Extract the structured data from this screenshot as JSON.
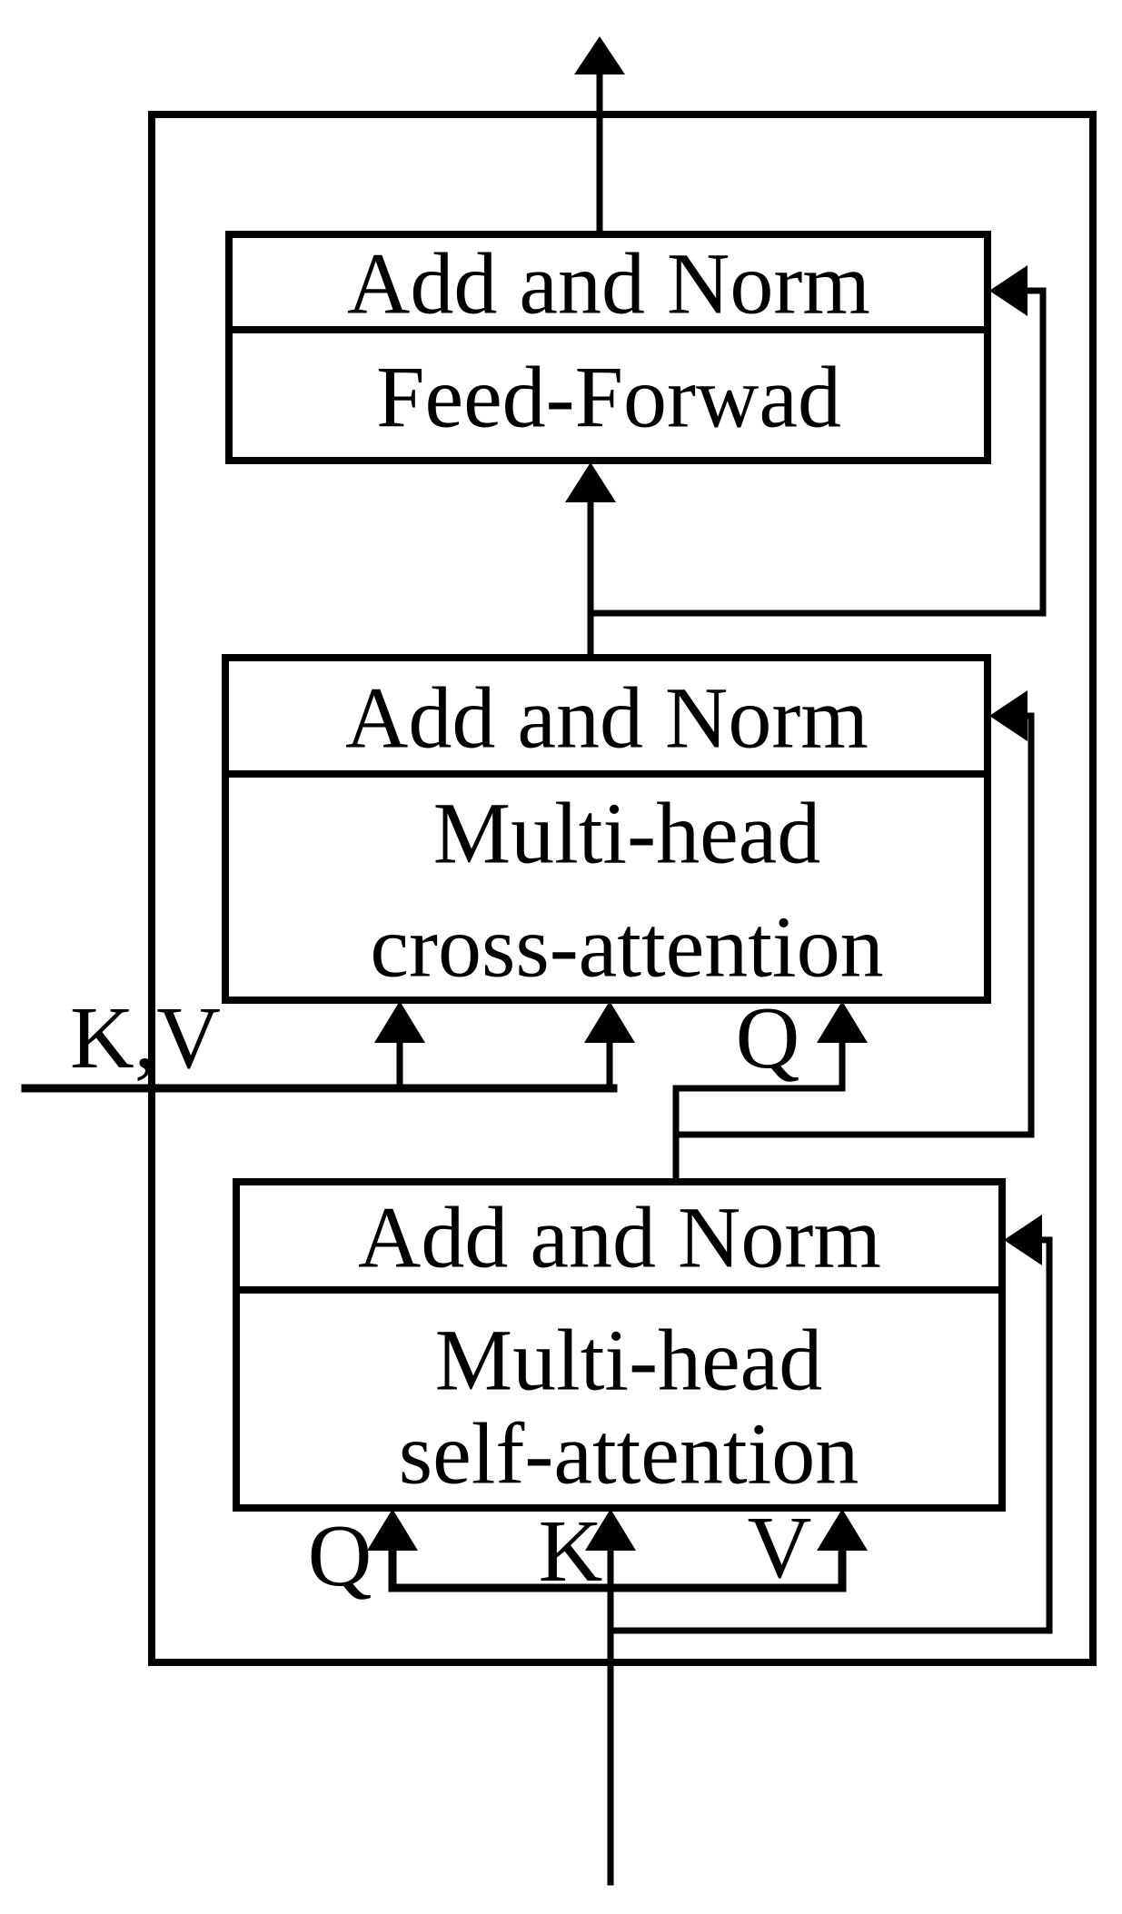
{
  "diagram": {
    "colors": {
      "line": "#000000",
      "background": "#ffffff"
    },
    "blocks": {
      "feed_forward": {
        "norm": "Add and Norm",
        "name": "Feed-Forwad"
      },
      "cross_attention": {
        "norm": "Add and Norm",
        "name_line1": "Multi-head",
        "name_line2": "cross-attention"
      },
      "self_attention": {
        "norm": "Add and Norm",
        "name_line1": "Multi-head",
        "name_line2": "self-attention"
      }
    },
    "labels": {
      "cross_attention_kv": "K,V",
      "cross_attention_q": "Q",
      "self_attention_q": "Q",
      "self_attention_k": "K",
      "self_attention_v": "V"
    }
  }
}
